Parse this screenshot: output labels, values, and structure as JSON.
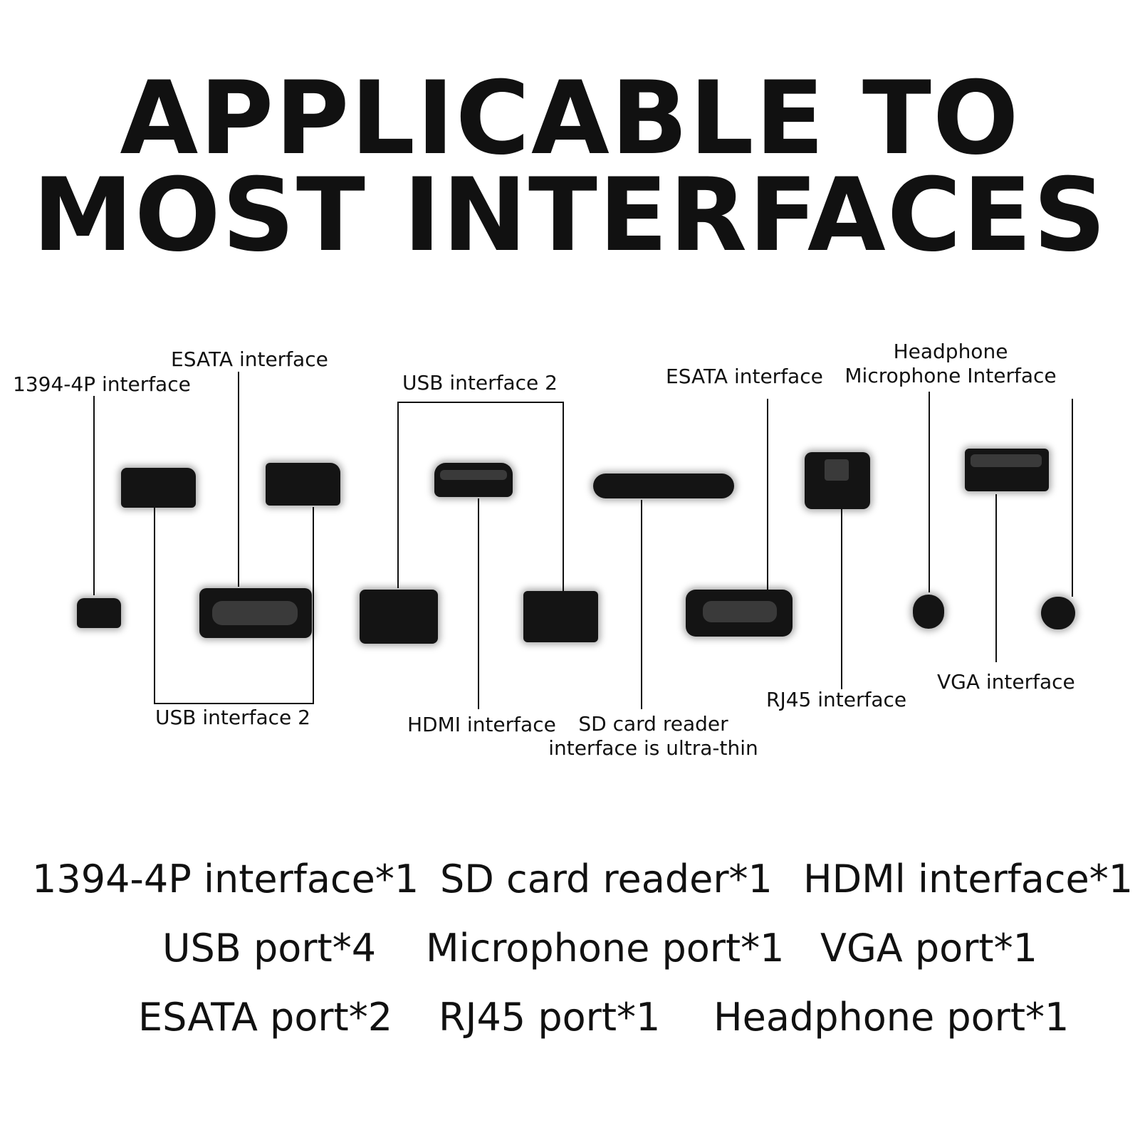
{
  "title": {
    "line1": "APPLICABLE TO",
    "line2": "MOST INTERFACES"
  },
  "labels": {
    "ieee1394": "1394-4P interface",
    "esata_left": "ESATA interface",
    "usb2_top": "USB interface 2",
    "esata_right": "ESATA interface",
    "headphone_mic_1": "Headphone",
    "headphone_mic_2": "Microphone Interface",
    "usb2_bottom": "USB interface 2",
    "hdmi": "HDMI interface",
    "sd_1": "SD card reader",
    "sd_2": "interface is ultra-thin",
    "rj45": "RJ45 interface",
    "vga": "VGA interface"
  },
  "summary": {
    "row1": [
      "1394-4P interface*1",
      "SD card reader*1",
      "HDMl interface*1"
    ],
    "row2": [
      "USB port*4",
      "Microphone port*1",
      "VGA port*1"
    ],
    "row3": [
      "ESATA port*2",
      "RJ45 port*1",
      "Headphone port*1"
    ]
  },
  "colors": {
    "background": "#ffffff",
    "text": "#111111",
    "plug": "#141414"
  }
}
